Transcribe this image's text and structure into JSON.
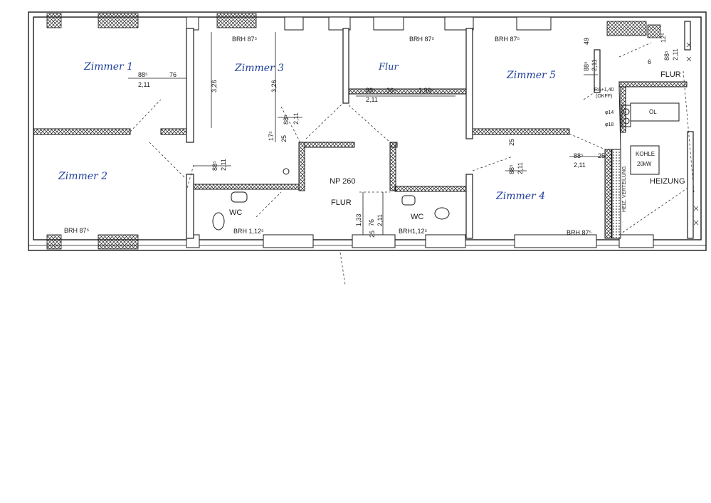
{
  "rooms": {
    "zimmer1": "Zimmer 1",
    "zimmer2": "Zimmer 2",
    "zimmer3": "Zimmer 3",
    "zimmer4": "Zimmer 4",
    "zimmer5": "Zimmer 5",
    "flur_hand": "Flur",
    "flur_main": "FLUR",
    "flur_right": "FLUR",
    "wc_left": "WC",
    "wc_right": "WC",
    "heizung": "HEIZUNG",
    "np": "NP 260",
    "oel": "ÖL",
    "kohle1": "KOHLE",
    "kohle2": "20kW",
    "heiz_vert": "HEIZ. VERTEILUNG",
    "ra1": "RA+1,40",
    "ra2": "(OKFF)",
    "phi14": "φ14",
    "phi18": "φ18"
  },
  "brh": {
    "top_mid": "BRH 87⁵",
    "top_flur": "BRH 87⁵",
    "top_z5": "BRH 87⁵",
    "bottom_z2": "BRH 87⁵",
    "bottom_wcl": "BRH 1,12⁵",
    "bottom_wcr": "BRH1,12⁵",
    "bottom_z4": "BRH 87⁵"
  },
  "dims": {
    "z1_885": "88⁵",
    "z1_211": "2,11",
    "z1_76": "76",
    "z3_326a": "3,26",
    "z3_326b": "3,26",
    "z3_885": "88⁵",
    "z3_211": "2,11",
    "z3_175": "17⁵",
    "z3_25": "25",
    "z2_885": "88⁵",
    "z2_211": "2,11",
    "fl_885": "88⁵",
    "fl_211": "2,11",
    "fl_365": "36⁵",
    "fl_196": "1,96⁵",
    "z5_885": "88⁵",
    "z5_211": "2,11",
    "z5_49": "49",
    "fr_885": "88⁵",
    "fr_211": "2,11",
    "fr_125": "12⁵",
    "fm_133": "1,33",
    "fm_76": "76",
    "fm_211": "2,11",
    "fm_25": "25",
    "z4_885a": "88⁵",
    "z4_211a": "2,11",
    "z4_25a": "25",
    "z4_885b": "88⁵",
    "z4_211b": "2,11",
    "z4_25b": "25",
    "z6": "6"
  }
}
